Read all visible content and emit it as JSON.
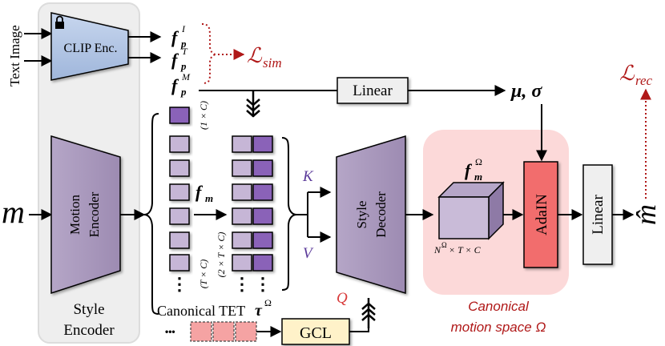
{
  "inputs": {
    "text_image": "Text Image",
    "motion": "m"
  },
  "clip": {
    "label": "CLIP Enc."
  },
  "style_encoder": {
    "motion_encoder_line1": "Motion",
    "motion_encoder_line2": "Encoder",
    "caption_line1": "Style",
    "caption_line2": "Encoder"
  },
  "features": {
    "f_letter": "f",
    "p_sub": "p",
    "m_sub": "m",
    "sup_I": "I",
    "sup_T": "T",
    "sup_M": "M",
    "sup_omega": "Ω"
  },
  "loss": {
    "L": "ℒ",
    "sim": "sim",
    "rec": "rec"
  },
  "linear_top": "Linear",
  "mu_sigma": "μ, σ",
  "dims": {
    "one_c": "(1 × C)",
    "t_c": "(T × C)",
    "two_t_c": "(2 × T × C)",
    "cube": "N^Ω × T × C",
    "cube_N": "N",
    "cube_rest": " × T × C",
    "omega": "Ω"
  },
  "kvq": {
    "k": "K",
    "v": "V",
    "q": "Q"
  },
  "style_decoder": {
    "line1": "Style",
    "line2": "Decoder"
  },
  "adain": "AdaIN",
  "linear_right": "Linear",
  "output": "m̂",
  "canonical_space": {
    "line1": "Canonical",
    "line2": "motion space Ω"
  },
  "canonical_tet": {
    "label": "Canonical TET",
    "tau": "τ"
  },
  "gcl": "GCL",
  "ellipsis": "⋮",
  "hellipsis": "•••",
  "colors": {
    "purple_light": "#c6b6d6",
    "purple_dark": "#8a62b8",
    "purple_trap": "#a898b9",
    "clip_blue": "#b3c8e8",
    "red_loss": "#b01818",
    "pink_bg": "#fcd9d9",
    "adain_red": "#f26d6d",
    "gcl_yellow": "#fff2c9",
    "tet_pink": "#f5a3a3"
  }
}
